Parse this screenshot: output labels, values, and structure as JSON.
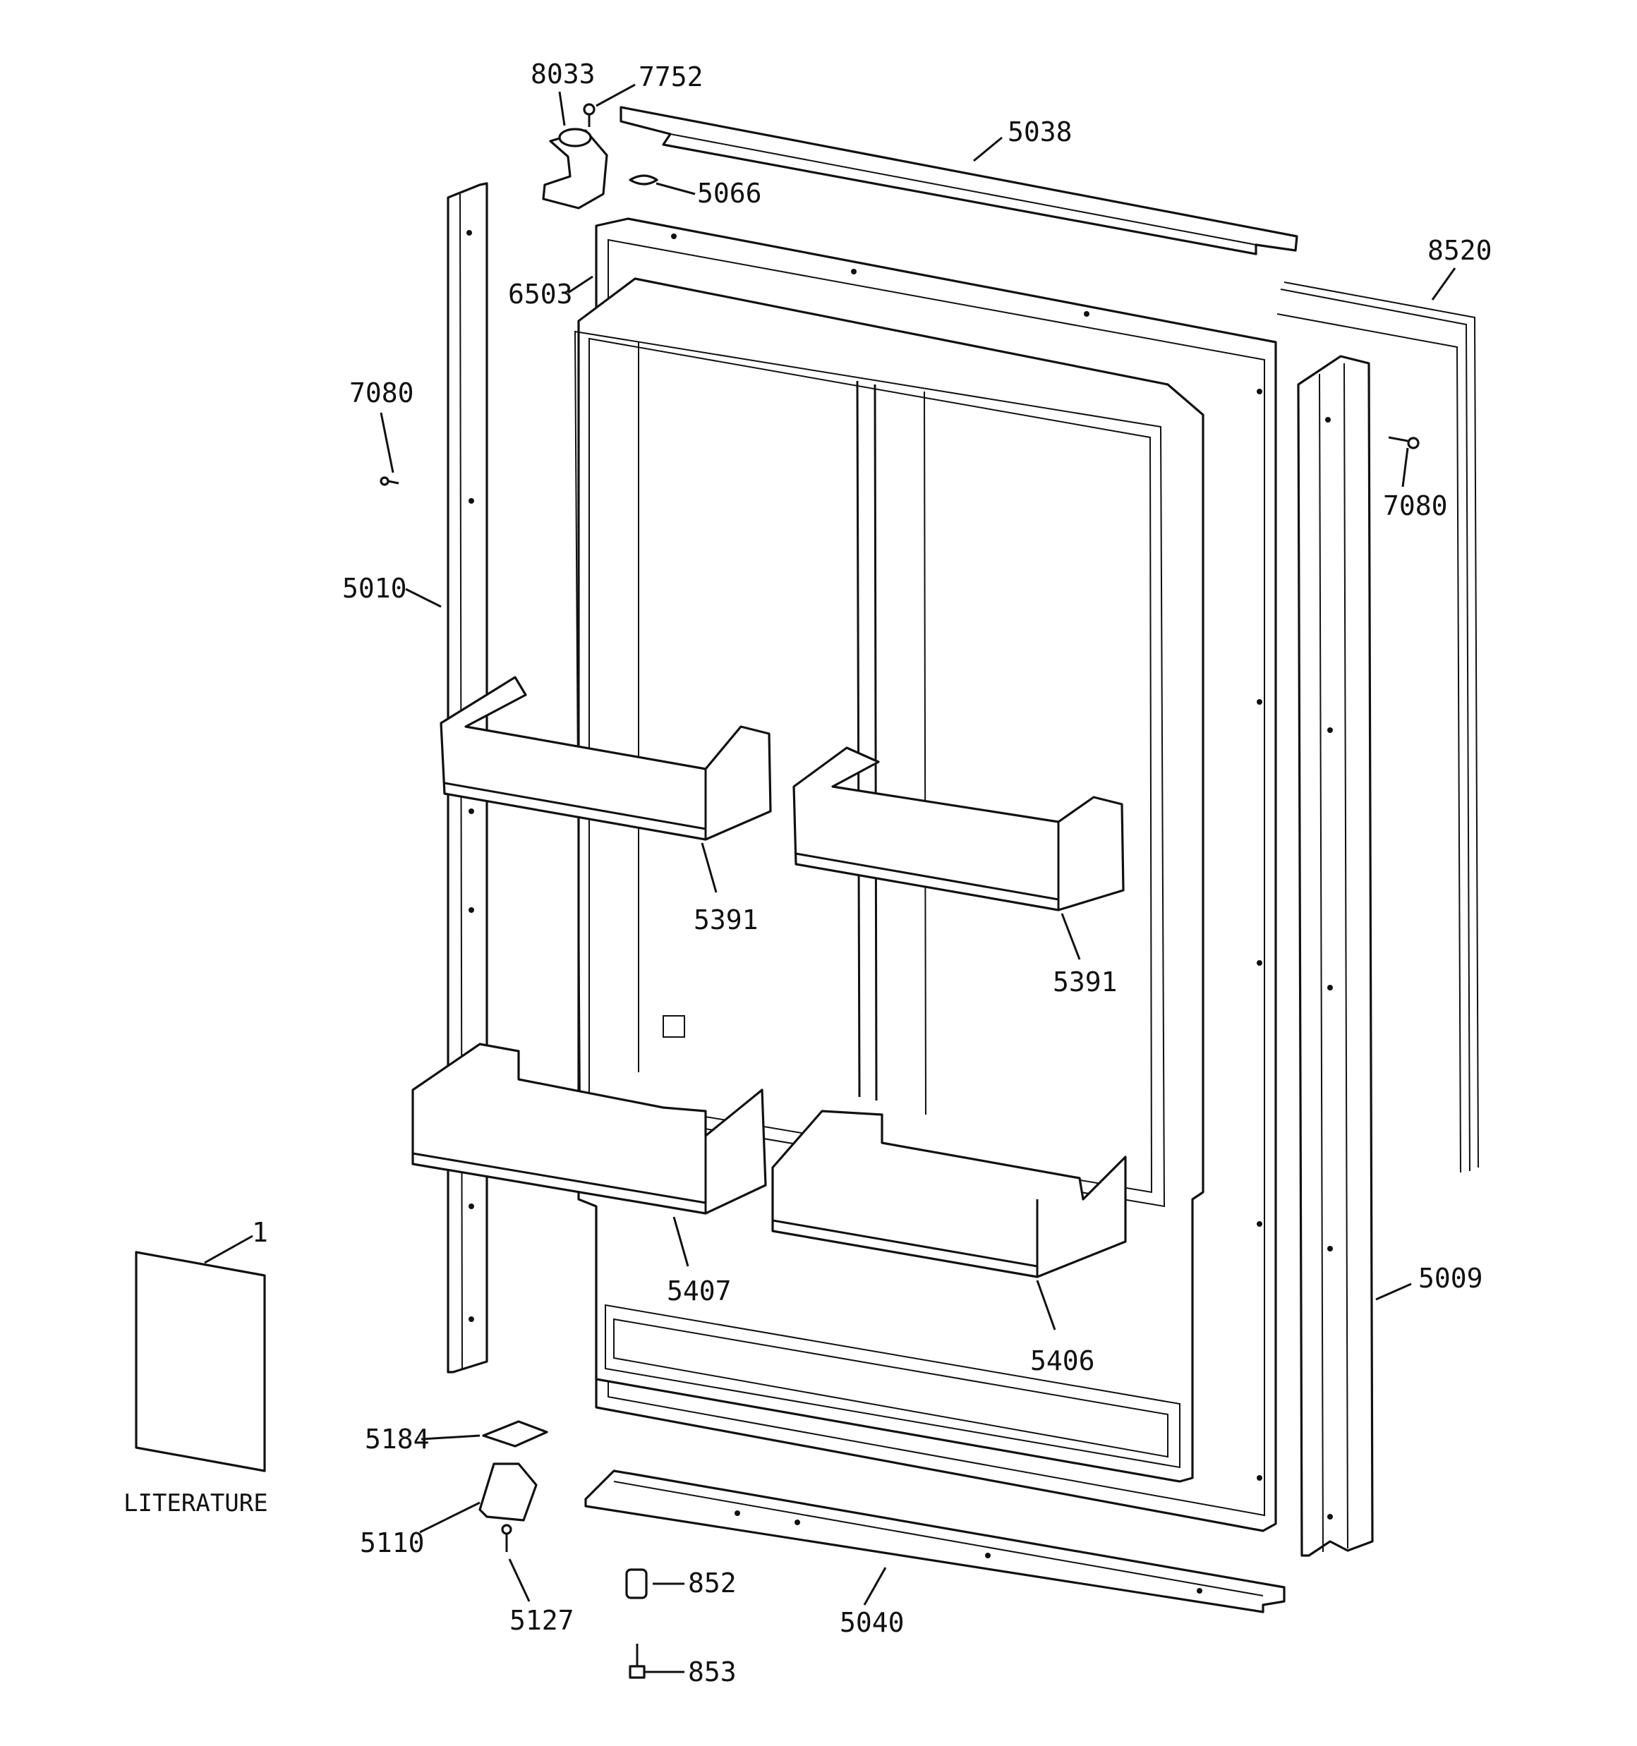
{
  "parts": [
    {
      "id": "p8033",
      "label": "8033"
    },
    {
      "id": "p7752",
      "label": "7752"
    },
    {
      "id": "p5038",
      "label": "5038"
    },
    {
      "id": "p5066",
      "label": "5066"
    },
    {
      "id": "p6503",
      "label": "6503"
    },
    {
      "id": "p8520",
      "label": "8520"
    },
    {
      "id": "p7080a",
      "label": "7080"
    },
    {
      "id": "p7080b",
      "label": "7080"
    },
    {
      "id": "p5010",
      "label": "5010"
    },
    {
      "id": "p5391a",
      "label": "5391"
    },
    {
      "id": "p5391b",
      "label": "5391"
    },
    {
      "id": "p5407",
      "label": "5407"
    },
    {
      "id": "p5406",
      "label": "5406"
    },
    {
      "id": "p5009",
      "label": "5009"
    },
    {
      "id": "p1",
      "label": "1"
    },
    {
      "id": "p5184",
      "label": "5184"
    },
    {
      "id": "p5110",
      "label": "5110"
    },
    {
      "id": "p5127",
      "label": "5127"
    },
    {
      "id": "p852",
      "label": "852"
    },
    {
      "id": "p853",
      "label": "853"
    },
    {
      "id": "p5040",
      "label": "5040"
    }
  ],
  "literature_label": "LITERATURE"
}
